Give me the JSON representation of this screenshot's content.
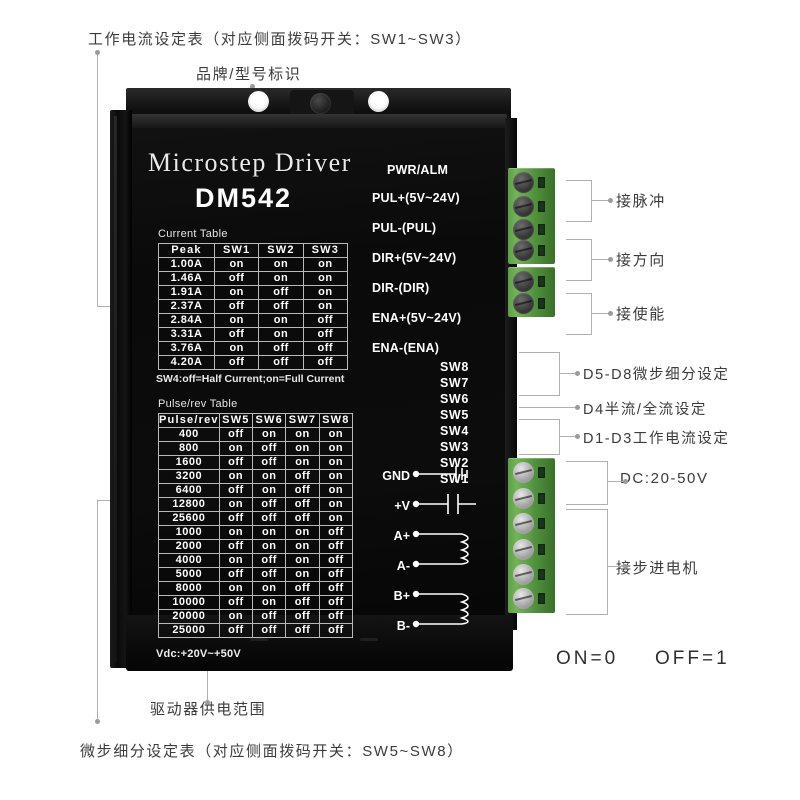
{
  "annotations": {
    "top_left": "工作电流设定表（对应侧面拨码开关：SW1~SW3）",
    "top_mid": "品牌/型号标识",
    "bottom_mid": "驱动器供电范围",
    "bottom_left": "微步细分设定表（对应侧面拨码开关：SW5~SW8）",
    "right": [
      "接脉冲",
      "接方向",
      "接使能",
      "D5-D8微步细分设定",
      "D4半流/全流设定",
      "D1-D3工作电流设定",
      "DC:20-50V",
      "接步进电机"
    ]
  },
  "board": {
    "brand": "Microstep Driver",
    "model": "DM542",
    "current_table": {
      "caption": "Current Table",
      "headers": [
        "Peak",
        "SW1",
        "SW2",
        "SW3"
      ],
      "rows": [
        [
          "1.00A",
          "on",
          "on",
          "on"
        ],
        [
          "1.46A",
          "off",
          "on",
          "on"
        ],
        [
          "1.91A",
          "on",
          "off",
          "on"
        ],
        [
          "2.37A",
          "off",
          "off",
          "on"
        ],
        [
          "2.84A",
          "on",
          "on",
          "off"
        ],
        [
          "3.31A",
          "off",
          "on",
          "off"
        ],
        [
          "3.76A",
          "on",
          "off",
          "off"
        ],
        [
          "4.20A",
          "off",
          "off",
          "off"
        ]
      ],
      "note": "SW4:off=Half Current;on=Full Current"
    },
    "pulse_table": {
      "caption": "Pulse/rev Table",
      "headers": [
        "Pulse/rev",
        "SW5",
        "SW6",
        "SW7",
        "SW8"
      ],
      "rows": [
        [
          "400",
          "off",
          "on",
          "on",
          "on"
        ],
        [
          "800",
          "on",
          "off",
          "on",
          "on"
        ],
        [
          "1600",
          "off",
          "off",
          "on",
          "on"
        ],
        [
          "3200",
          "on",
          "on",
          "off",
          "on"
        ],
        [
          "6400",
          "off",
          "on",
          "off",
          "on"
        ],
        [
          "12800",
          "on",
          "off",
          "off",
          "on"
        ],
        [
          "25600",
          "off",
          "off",
          "off",
          "on"
        ],
        [
          "1000",
          "on",
          "on",
          "on",
          "off"
        ],
        [
          "2000",
          "off",
          "on",
          "on",
          "off"
        ],
        [
          "4000",
          "on",
          "off",
          "on",
          "off"
        ],
        [
          "5000",
          "off",
          "off",
          "on",
          "off"
        ],
        [
          "8000",
          "on",
          "on",
          "off",
          "off"
        ],
        [
          "10000",
          "off",
          "on",
          "off",
          "off"
        ],
        [
          "20000",
          "on",
          "off",
          "off",
          "off"
        ],
        [
          "25000",
          "off",
          "off",
          "off",
          "off"
        ]
      ]
    },
    "vdc_note": "Vdc:+20V~+50V",
    "signal_terminals": [
      "PWR/ALM",
      "PUL+(5V~24V)",
      "PUL-(PUL)",
      "DIR+(5V~24V)",
      "DIR-(DIR)",
      "ENA+(5V~24V)",
      "ENA-(ENA)"
    ],
    "switch_labels": [
      "SW8",
      "SW7",
      "SW6",
      "SW5",
      "SW4",
      "SW3",
      "SW2",
      "SW1"
    ],
    "power_terminals": [
      "GND",
      "+V",
      "A+",
      "A-",
      "B+",
      "B-"
    ]
  },
  "legend": {
    "on": "ON=0",
    "off": "OFF=1"
  },
  "colors": {
    "connector_green": "#5f9e4a",
    "board_black": "#0c0c0c",
    "leader_gray": "#b0b0b0",
    "anno_text": "#3c3c3c"
  }
}
